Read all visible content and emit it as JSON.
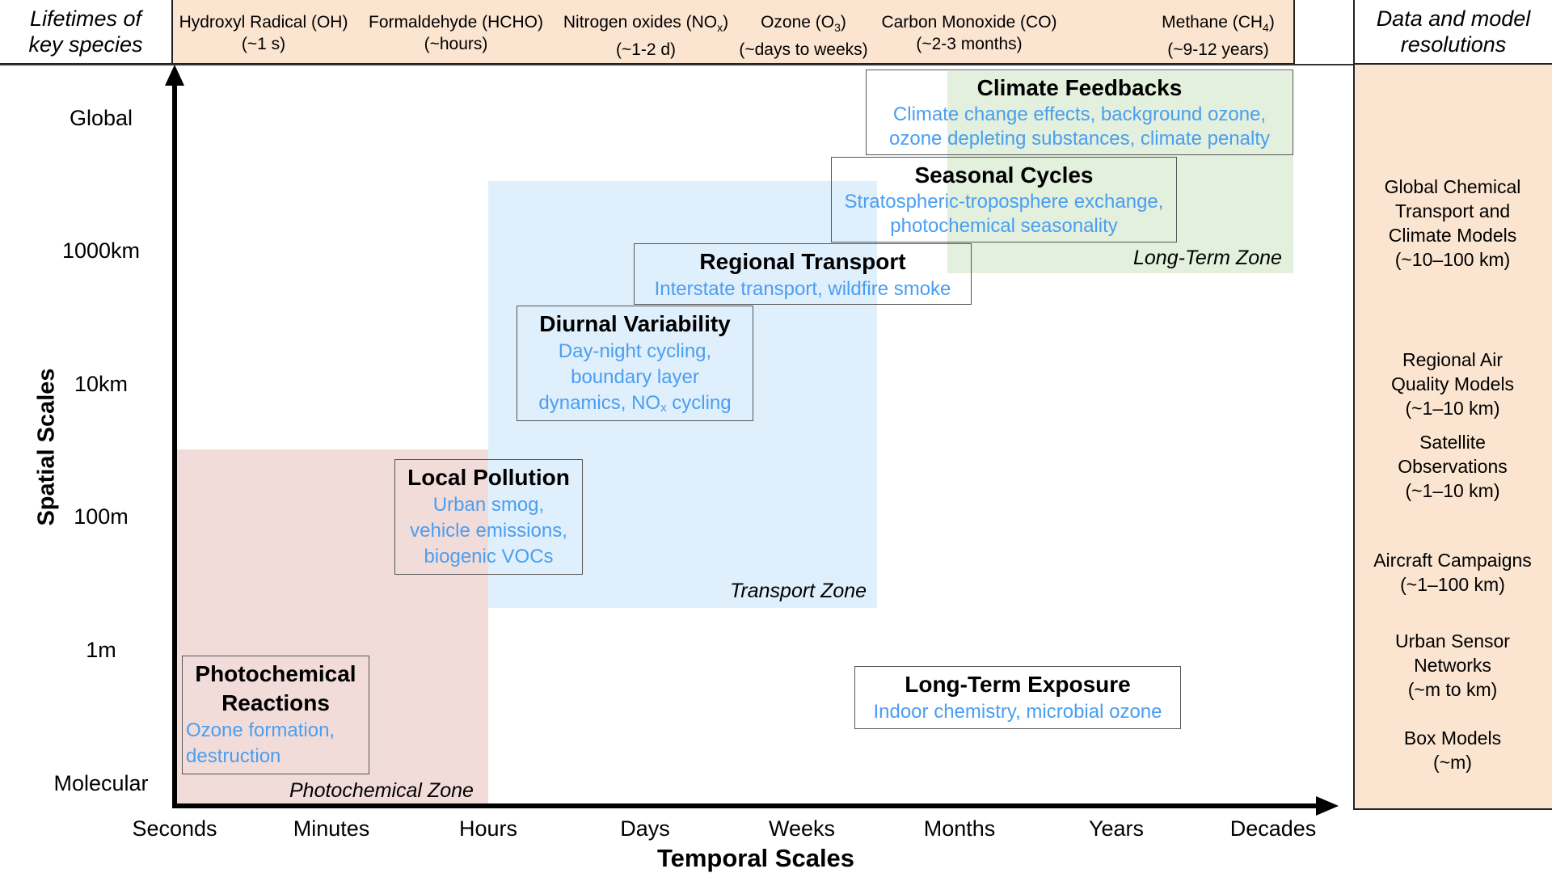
{
  "header": {
    "lifetimes_label_line1": "Lifetimes of",
    "lifetimes_label_line2": "key species",
    "resolutions_label_line1": "Data and model",
    "resolutions_label_line2": "resolutions",
    "species": [
      {
        "name": "Hydroxyl Radical (OH)",
        "lifetime": "(~1 s)"
      },
      {
        "name": "Formaldehyde (HCHO)",
        "lifetime": "(~hours)"
      },
      {
        "name_prefix": "Nitrogen oxides (NO",
        "name_sub": "x",
        "name_suffix": ")",
        "lifetime": "(~1-2 d)"
      },
      {
        "name_prefix": "Ozone (O",
        "name_sub": "3",
        "name_suffix": ")",
        "lifetime": "(~days to weeks)"
      },
      {
        "name": "Carbon Monoxide (CO)",
        "lifetime": "(~2-3 months)"
      },
      {
        "name_prefix": "Methane (CH",
        "name_sub": "4",
        "name_suffix": ")",
        "lifetime": "(~9-12 years)"
      }
    ]
  },
  "axes": {
    "y_title": "Spatial Scales",
    "x_title": "Temporal Scales",
    "y_ticks": [
      "Global",
      "1000km",
      "10km",
      "100m",
      "1m",
      "Molecular"
    ],
    "x_ticks": [
      "Seconds",
      "Minutes",
      "Hours",
      "Days",
      "Weeks",
      "Months",
      "Years",
      "Decades"
    ]
  },
  "zones": [
    {
      "label": "Photochemical Zone",
      "color": "#f2dcd9"
    },
    {
      "label": "Transport Zone",
      "color": "#e0effc"
    },
    {
      "label": "Long-Term Zone",
      "color": "#e3f0dd"
    }
  ],
  "boxes": {
    "climate_feedbacks": {
      "title": "Climate Feedbacks",
      "desc1": "Climate change effects, background ozone,",
      "desc2": "ozone depleting substances, climate penalty"
    },
    "seasonal_cycles": {
      "title": "Seasonal Cycles",
      "desc1": "Stratospheric-troposphere exchange,",
      "desc2": "photochemical seasonality"
    },
    "regional_transport": {
      "title": "Regional Transport",
      "desc1": "Interstate transport, wildfire smoke"
    },
    "diurnal_variability": {
      "title": "Diurnal Variability",
      "desc1": "Day-night cycling,",
      "desc2": "boundary layer",
      "desc3_prefix": "dynamics, NO",
      "desc3_sub": "x",
      "desc3_suffix": " cycling"
    },
    "local_pollution": {
      "title": "Local Pollution",
      "desc1": "Urban smog,",
      "desc2": "vehicle emissions,",
      "desc3": "biogenic VOCs"
    },
    "photochemical_reactions": {
      "title1": "Photochemical",
      "title2": "Reactions",
      "desc1": "Ozone formation,",
      "desc2": "destruction"
    },
    "long_term_exposure": {
      "title": "Long-Term Exposure",
      "desc1": "Indoor chemistry, microbial ozone"
    }
  },
  "resolutions": [
    {
      "lines": [
        "Global Chemical",
        "Transport and",
        "Climate Models",
        "(~10–100 km)"
      ]
    },
    {
      "lines": [
        "Regional Air",
        "Quality Models",
        "(~1–10 km)"
      ]
    },
    {
      "lines": [
        "Satellite",
        "Observations",
        "(~1–10 km)"
      ]
    },
    {
      "lines": [
        "Aircraft Campaigns",
        "(~1–100 km)"
      ]
    },
    {
      "lines": [
        "Urban Sensor",
        "Networks",
        "(~m to km)"
      ]
    },
    {
      "lines": [
        "Box Models",
        "(~m)"
      ]
    }
  ],
  "colors": {
    "header_bg": "#fbe4d0",
    "desc_text": "#4a9ef0"
  }
}
